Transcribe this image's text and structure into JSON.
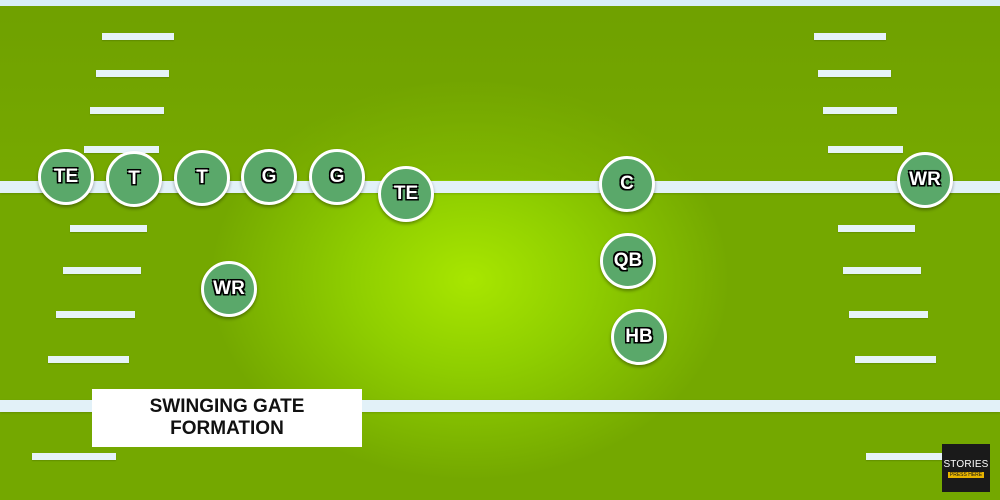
{
  "title": {
    "line1": "SWINGING GATE",
    "line2": "FORMATION"
  },
  "players": [
    {
      "id": "te-left",
      "label": "TE"
    },
    {
      "id": "t-1",
      "label": "T"
    },
    {
      "id": "t-2",
      "label": "T"
    },
    {
      "id": "g-1",
      "label": "G"
    },
    {
      "id": "g-2",
      "label": "G"
    },
    {
      "id": "te-right",
      "label": "TE"
    },
    {
      "id": "wr-left",
      "label": "WR"
    },
    {
      "id": "c",
      "label": "C"
    },
    {
      "id": "qb",
      "label": "QB"
    },
    {
      "id": "hb",
      "label": "HB"
    },
    {
      "id": "wr-right",
      "label": "WR"
    }
  ],
  "logo": {
    "text": "STORIES",
    "subtext": "PRESS HERE"
  },
  "colors": {
    "field": "#8fce00",
    "player_fill": "#5aa86a",
    "player_border": "#ffffff",
    "lines": "#e2f1f8"
  }
}
